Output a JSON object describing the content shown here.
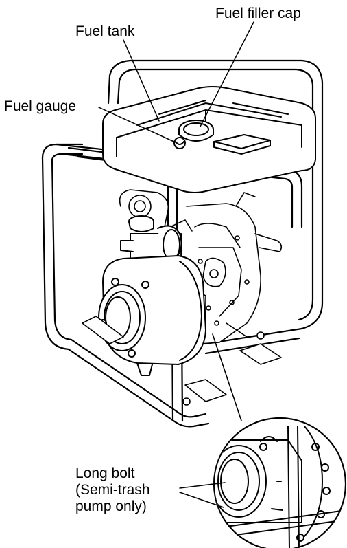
{
  "labels": {
    "fuel_filler_cap": "Fuel filler cap",
    "fuel_tank": "Fuel tank",
    "fuel_gauge": "Fuel gauge",
    "long_bolt": [
      "Long bolt",
      "(Semi-trash",
      "pump only)"
    ]
  },
  "colors": {
    "ink": "#000000",
    "paper": "#ffffff"
  }
}
